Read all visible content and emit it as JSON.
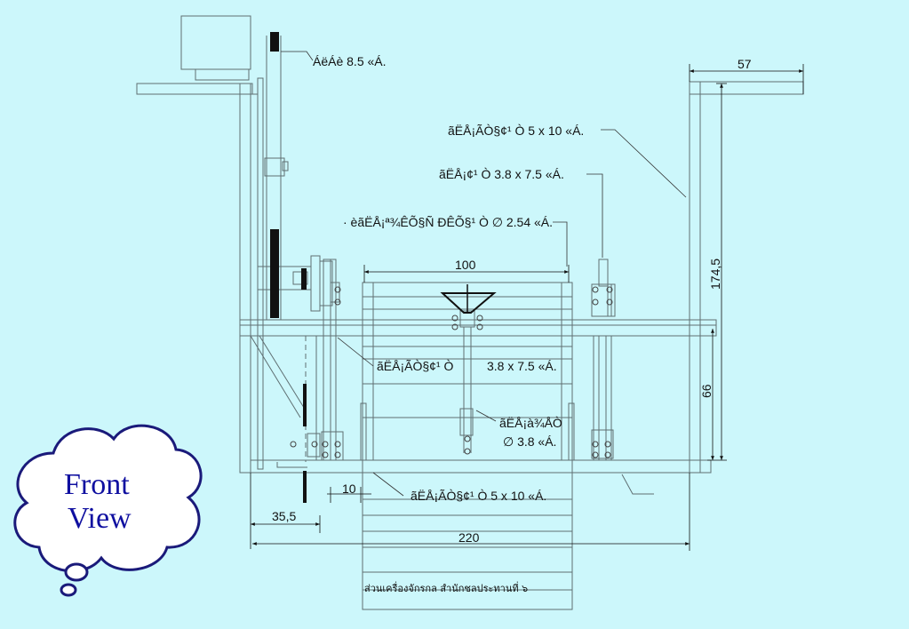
{
  "drawing": {
    "labels": {
      "top_note": "ÁëÁè 8.5 «Á.",
      "note_5x10_top": "ãËÅ¡ÃÒ§¢¹ Ò  5 x 10 «Á.",
      "note_38x75_top": "ãËÅ¡¢¹ Ò  3.8 x 7.5 «Á.",
      "note_pipe": "· èãËÅ¡ª¾ÊÕ§Ñ ÐÊÕ§¹ Ò  ∅ 2.54 «Á.",
      "note_38x75_mid_a": "ãËÅ¡ÃÒ§¢¹ Ò",
      "note_38x75_mid_b": "3.8 x 7.5 «Á.",
      "note_rod_a": "ãËÅ¡à¾ÅÒ",
      "note_rod_b": "∅  3.8 «Á.",
      "note_5x10_bottom": "ãËÅ¡ÃÒ§¢¹ Ò   5 x 10 «Á.",
      "caption": "ส่วนเครื่องจักรกล  สำนักชลประทานที่ ๖"
    },
    "dimensions": {
      "d57": "57",
      "d100": "100",
      "d1745": "174,5",
      "d66": "66",
      "d10": "10",
      "d355": "35,5",
      "d220": "220"
    }
  },
  "callout": {
    "line1": "Front",
    "line2": "View"
  },
  "colors": {
    "background": "#ccf7fb",
    "lines": "#2b2b2b",
    "cloud_text": "#1010a0"
  }
}
